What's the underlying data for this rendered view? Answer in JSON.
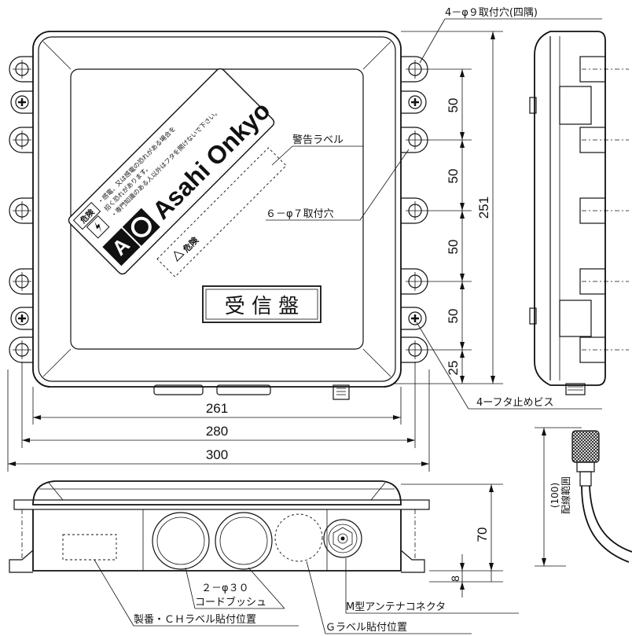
{
  "labels": {
    "corner_holes": "4－φ９取付穴(四隅)",
    "warning_label": "警告ラベル",
    "mount_holes": "６－φ７取付穴",
    "cover_screws": "4ーフタ止めビス",
    "cord_bushing_line1": "２－φ３０",
    "cord_bushing_line2": "コードブッシュ",
    "serial_label": "製番・ＣＨラベル貼付位置",
    "g_label": "Ｇラベル貼付位置",
    "antenna_connector": "M型アンテナコネクタ",
    "wiring_range": "配線範囲",
    "wiring_range_value": "(100)"
  },
  "panel": {
    "title": "受 信 盤",
    "brand": "Asahi Onkyo",
    "danger": "危険",
    "caution_line1": "・感電、又は感電の恐れがある場合を",
    "caution_line2": "招く恐れがあります。",
    "caution_line3": "・専門知識のある人以外はフタを開けないで下さい。"
  },
  "dimensions": {
    "w261": "261",
    "w280": "280",
    "w300": "300",
    "h251": "251",
    "p50a": "50",
    "p50b": "50",
    "p50c": "50",
    "p50d": "50",
    "p25": "25",
    "h70": "70",
    "h8": "8"
  }
}
